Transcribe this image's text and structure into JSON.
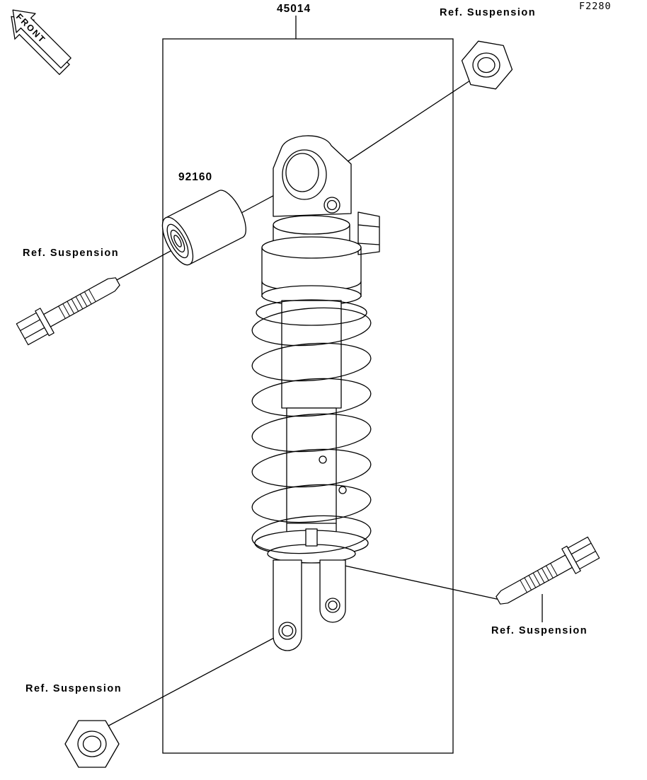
{
  "page": {
    "background": "#ffffff",
    "line_color": "#000000"
  },
  "diagram": {
    "figure_code": "F2280",
    "front_marker": "FRONT",
    "parts": {
      "shock_absorber": {
        "number": "45014"
      },
      "damper": {
        "number": "92160"
      }
    },
    "references": {
      "top_right": "Ref. Suspension",
      "left": "Ref. Suspension",
      "bottom_right": "Ref. Suspension",
      "bottom_left": "Ref. Suspension"
    }
  }
}
